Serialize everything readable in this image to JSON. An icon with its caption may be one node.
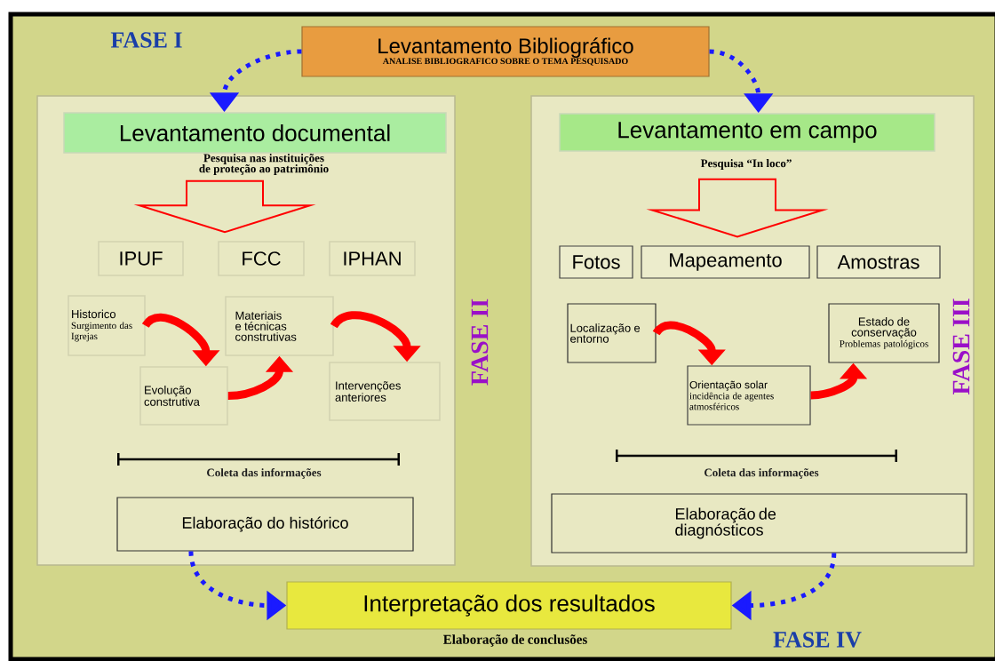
{
  "diagram": {
    "nodes": [
      {
        "text": [
          "Levantamento Bibliográfico",
          "ANALISE BIBLIOGRAFICO SOBRE O TEMA PESQUISADO"
        ]
      },
      {
        "text": [],
        "shape": "box"
      },
      {
        "text": [
          "Levantamento documental"
        ],
        "in": 1,
        "beside": [
          "Pesquisa nas instituições de proteção ao patrimônio"
        ]
      },
      {
        "text": [
          "IPUF"
        ],
        "in": 1
      },
      {
        "text": [
          "FCC"
        ],
        "in": 1
      },
      {
        "text": [
          "IPHAN"
        ],
        "in": 1
      },
      {
        "text": [
          "Historico",
          "Surgimento das Igrejas"
        ],
        "in": 1
      },
      {
        "text": [
          "Materiais e técnicas construtivas"
        ],
        "in": 1
      },
      {
        "text": [
          "Evolução construtiva"
        ],
        "in": 1
      },
      {
        "text": [
          "Intervenções anteriores"
        ],
        "in": 1
      },
      {
        "text": [
          "Elaboração do histórico"
        ],
        "in": 1
      },
      {
        "text": [],
        "shape": "box"
      },
      {
        "text": [
          "Levantamento em campo"
        ],
        "in": 11,
        "beside": [
          "Pesquisa “In loco”"
        ]
      },
      {
        "text": [
          "Fotos"
        ],
        "in": 11
      },
      {
        "text": [
          "Mapeamento"
        ],
        "in": 11
      },
      {
        "text": [
          "Amostras"
        ],
        "in": 11
      },
      {
        "text": [
          "Localização e entorno"
        ],
        "in": 11
      },
      {
        "text": [
          "Estado de conservação",
          "Problemas patológicos"
        ],
        "in": 11
      },
      {
        "text": [
          "Orientação solar",
          "incidência de agentes atmosféricos"
        ],
        "in": 11
      },
      {
        "text": [
          "Elaboração de diagnósticos"
        ],
        "in": 11
      },
      {
        "text": [
          "Interpretação dos resultados"
        ],
        "beside": [
          "Elaboração de conclusões"
        ]
      }
    ],
    "edges": [
      {
        "from": 0,
        "to": 2,
        "arrow": "to",
        "style": "dashed",
        "color": "#1a1aff"
      },
      {
        "from": 0,
        "to": 12,
        "arrow": "to",
        "style": "dashed",
        "color": "#1a1aff"
      },
      {
        "from": 2,
        "to": 4,
        "arrow": "to"
      },
      {
        "from": 6,
        "to": 8,
        "arrow": "to"
      },
      {
        "from": 8,
        "to": 7,
        "arrow": "to"
      },
      {
        "from": 7,
        "to": 9,
        "arrow": "to"
      },
      {
        "from": 12,
        "to": 14,
        "arrow": "to"
      },
      {
        "from": 16,
        "to": 18,
        "arrow": "to"
      },
      {
        "from": 18,
        "to": 17,
        "arrow": "to"
      },
      {
        "from": 10,
        "to": 20,
        "arrow": "to",
        "style": "dashed",
        "color": "#1a1aff"
      },
      {
        "from": 19,
        "to": 20,
        "arrow": "to",
        "style": "dashed",
        "color": "#1a1aff"
      }
    ],
    "labels": [
      "FASE I",
      "FASE II",
      "FASE III",
      "Coleta das informações",
      "Coleta das informações",
      "FASE IV"
    ]
  }
}
